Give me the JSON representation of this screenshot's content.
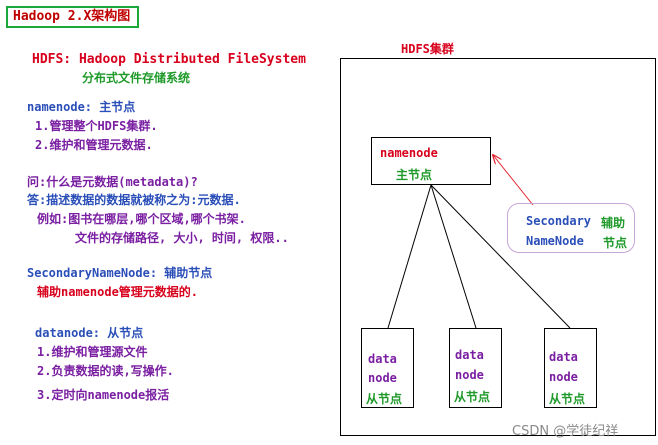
{
  "title": "Hadoop 2.X架构图",
  "left": {
    "hdfs_title": "HDFS: Hadoop Distributed FileSystem",
    "hdfs_subtitle": "分布式文件存储系统",
    "namenode_heading": "namenode: 主节点",
    "namenode_item1": "1.管理整个HDFS集群.",
    "namenode_item2": "2.维护和管理元数据.",
    "question": "问:什么是元数据(metadata)?",
    "answer": "答:描述数据的数据就被称之为:元数据.",
    "example1": "例如:图书在哪层,哪个区域,哪个书架.",
    "example2": "文件的存储路径, 大小, 时间, 权限..",
    "secondary_heading": "SecondaryNameNode: 辅助节点",
    "secondary_desc": "辅助namenode管理元数据的.",
    "datanode_heading": "datanode: 从节点",
    "datanode_item1": "1.维护和管理源文件",
    "datanode_item2": "2.负责数据的读,写操作.",
    "datanode_item3": "3.定时向namenode报活"
  },
  "diagram": {
    "cluster_label": "HDFS集群",
    "namenode_label": "namenode",
    "namenode_role": "主节点",
    "secondary_label_1": "Secondary",
    "secondary_role_1": "辅助",
    "secondary_label_2": "NameNode",
    "secondary_role_2": "节点",
    "datanodes": [
      {
        "line1": "data",
        "line2": "node",
        "role": "从节点"
      },
      {
        "line1": "data",
        "line2": "node",
        "role": "从节点"
      },
      {
        "line1": "data",
        "line2": "node",
        "role": "从节点"
      }
    ]
  },
  "watermark": "CSDN @学徒纪祥",
  "colors": {
    "red": "#d8001c",
    "purple": "#7a1fa2",
    "green": "#1f9a2a",
    "blue": "#2b4fb8",
    "title_border": "#1aa83a"
  }
}
